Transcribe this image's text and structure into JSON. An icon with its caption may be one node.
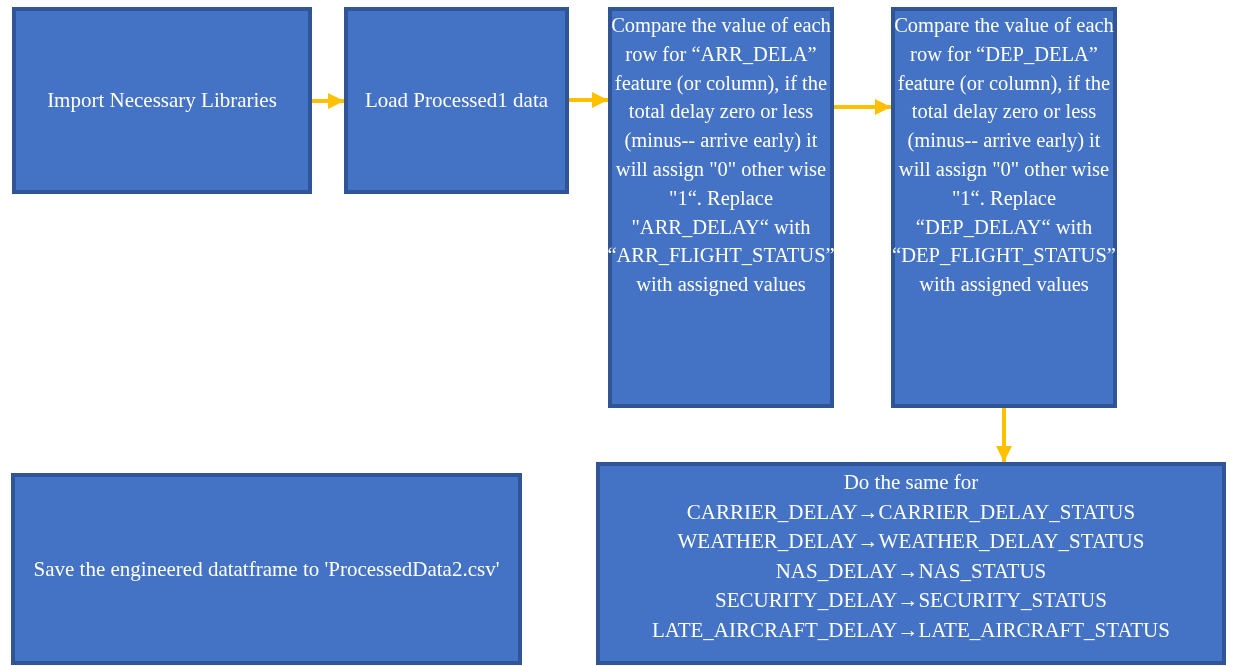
{
  "diagram": {
    "nodes": [
      {
        "text": [
          "Import Necessary Libraries"
        ]
      },
      {
        "text": [
          "Load Processed1 data"
        ]
      },
      {
        "text": [
          "Compare the value of each row for “ARR_DELA” feature (or column), if the total delay zero or less (minus-- arrive early) it will assign \"0\" other wise \"1“. Replace \"ARR_DELAY“ with “ARR_FLIGHT_STATUS” with assigned values"
        ]
      },
      {
        "text": [
          "Compare the value of each row for “DEP_DELA” feature (or column), if the total delay zero or less (minus-- arrive early) it will assign \"0\" other wise \"1“. Replace “DEP_DELAY“ with “DEP_FLIGHT_STATUS” with assigned values"
        ]
      },
      {
        "text": [
          "Do the same for",
          "CARRIER_DELAY→CARRIER_DELAY_STATUS",
          "WEATHER_DELAY→WEATHER_DELAY_STATUS",
          "NAS_DELAY→NAS_STATUS",
          "SECURITY_DELAY→SECURITY_STATUS",
          "LATE_AIRCRAFT_DELAY→LATE_AIRCRAFT_STATUS"
        ]
      },
      {
        "text": [
          "Save the engineered datatframe to 'ProcessedData2.csv'"
        ]
      }
    ],
    "edges": [
      {
        "from": 0,
        "to": 1,
        "arrow": "to"
      },
      {
        "from": 1,
        "to": 2,
        "arrow": "to"
      },
      {
        "from": 2,
        "to": 3,
        "arrow": "to"
      },
      {
        "from": 3,
        "to": 4,
        "arrow": "to"
      }
    ]
  }
}
